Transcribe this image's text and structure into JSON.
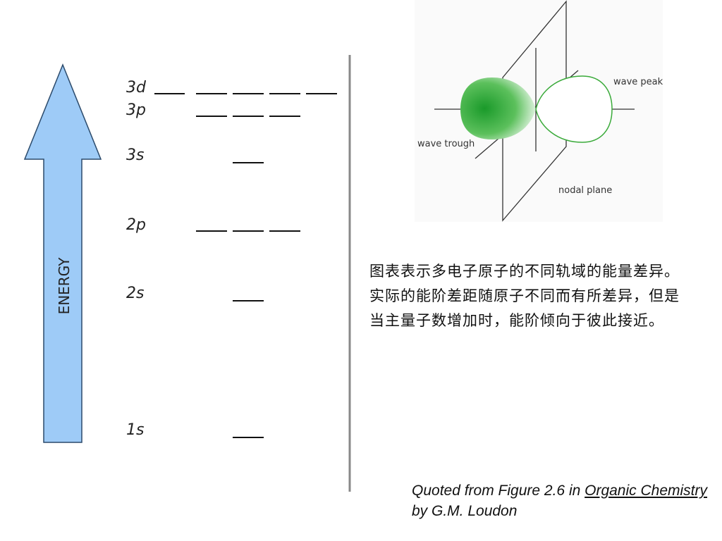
{
  "energy_diagram": {
    "axis_label": "ENERGY",
    "levels": [
      {
        "label": "3d",
        "orbitals": 5
      },
      {
        "label": "3p",
        "orbitals": 3
      },
      {
        "label": "3s",
        "orbitals": 1
      },
      {
        "label": "2p",
        "orbitals": 3
      },
      {
        "label": "2s",
        "orbitals": 1
      },
      {
        "label": "1s",
        "orbitals": 1
      }
    ]
  },
  "orbital_figure": {
    "labels": {
      "wave_peak": "wave peak",
      "wave_trough": "wave trough",
      "nodal_plane": "nodal plane"
    },
    "colors": {
      "trough_fill": "#1a9a2a",
      "peak_outline": "#3aaa3a"
    }
  },
  "description": "图表表示多电子原子的不同轨域的能量差异。实际的能阶差距随原子不同而有所差异，但是当主量子数增加时，能阶倾向于彼此接近。",
  "citation": {
    "prefix": "Quoted from Figure 2.6 in ",
    "title": "Organic Chemistry",
    "suffix": " by G.M. Loudon"
  },
  "colors": {
    "arrow_fill": "#9ecbf7",
    "arrow_stroke": "#2b4a6b",
    "divider": "#888888"
  }
}
